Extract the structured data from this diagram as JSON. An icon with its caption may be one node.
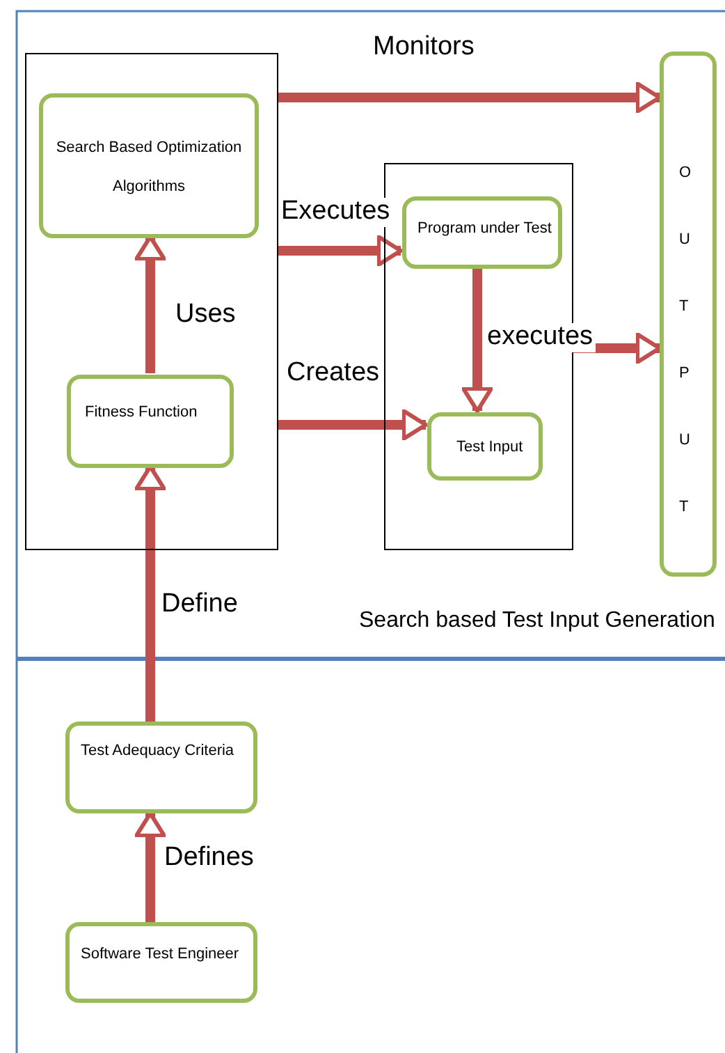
{
  "diagram": {
    "nodes": [
      {
        "text": [],
        "shape": "box"
      },
      {
        "text": [
          "Search Based Optimization Algorithms"
        ],
        "in": 0
      },
      {
        "text": [
          "Fitness Function"
        ],
        "in": 0
      },
      {
        "text": [],
        "shape": "box"
      },
      {
        "text": [
          "Program under Test"
        ],
        "in": 3
      },
      {
        "text": [
          "Test Input"
        ],
        "in": 3
      },
      {
        "text": [
          "OUTPUT"
        ]
      },
      {
        "text": [
          "Test Adequacy Criteria"
        ]
      },
      {
        "text": [
          "Software Test Engineer"
        ]
      }
    ],
    "edges": [
      {
        "from": 0,
        "to": 6,
        "arrow": "to",
        "label": "Monitors"
      },
      {
        "from": 0,
        "to": 4,
        "arrow": "to",
        "label": "Executes"
      },
      {
        "from": 0,
        "to": 5,
        "arrow": "to",
        "label": "Creates"
      },
      {
        "from": 4,
        "to": 5,
        "arrow": "to"
      },
      {
        "from": 3,
        "to": 6,
        "arrow": "to",
        "label": "executes"
      },
      {
        "from": 2,
        "to": 1,
        "arrow": "to",
        "label": "Uses"
      },
      {
        "from": 7,
        "to": 2,
        "arrow": "to",
        "label": "Define"
      },
      {
        "from": 8,
        "to": 7,
        "arrow": "to",
        "label": "Defines"
      }
    ],
    "labels": [
      "Search based Test Input Generation"
    ]
  }
}
